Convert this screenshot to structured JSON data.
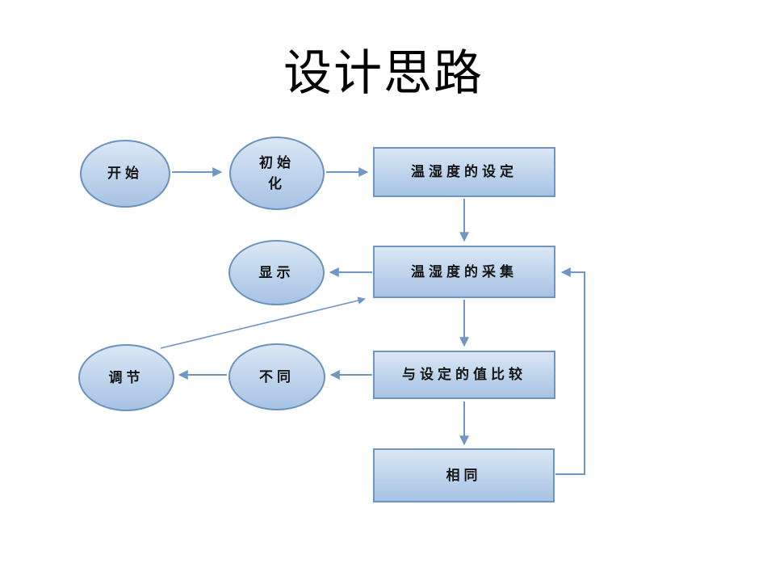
{
  "slide": {
    "title": "设计思路"
  },
  "diagram": {
    "nodes": {
      "start": {
        "label": "开始",
        "shape": "ellipse"
      },
      "init": {
        "label": "初始化",
        "line1": "初始",
        "line2": "化",
        "shape": "ellipse"
      },
      "set": {
        "label": "温湿度的设定",
        "shape": "rect"
      },
      "collect": {
        "label": "温湿度的采集",
        "shape": "rect"
      },
      "display": {
        "label": "显示",
        "shape": "ellipse"
      },
      "compare": {
        "label": "与设定的值比较",
        "shape": "rect"
      },
      "diff": {
        "label": "不同",
        "shape": "ellipse"
      },
      "adjust": {
        "label": "调节",
        "shape": "ellipse"
      },
      "same": {
        "label": "相同",
        "shape": "rect"
      }
    },
    "edges": [
      {
        "from": "开始",
        "to": "初始化"
      },
      {
        "from": "初始化",
        "to": "温湿度的设定"
      },
      {
        "from": "温湿度的设定",
        "to": "温湿度的采集"
      },
      {
        "from": "温湿度的采集",
        "to": "显示"
      },
      {
        "from": "温湿度的采集",
        "to": "与设定的值比较"
      },
      {
        "from": "与设定的值比较",
        "to": "不同"
      },
      {
        "from": "不同",
        "to": "调节"
      },
      {
        "from": "调节",
        "to": "温湿度的采集"
      },
      {
        "from": "与设定的值比较",
        "to": "相同"
      },
      {
        "from": "相同",
        "to": "温湿度的采集"
      }
    ],
    "colors": {
      "shape_fill_top": "#dbe7f5",
      "shape_fill_bottom": "#a7c3e4",
      "shape_border": "#6e96c1",
      "arrow": "#7096c4",
      "text": "#141414",
      "background": "#ffffff"
    }
  }
}
